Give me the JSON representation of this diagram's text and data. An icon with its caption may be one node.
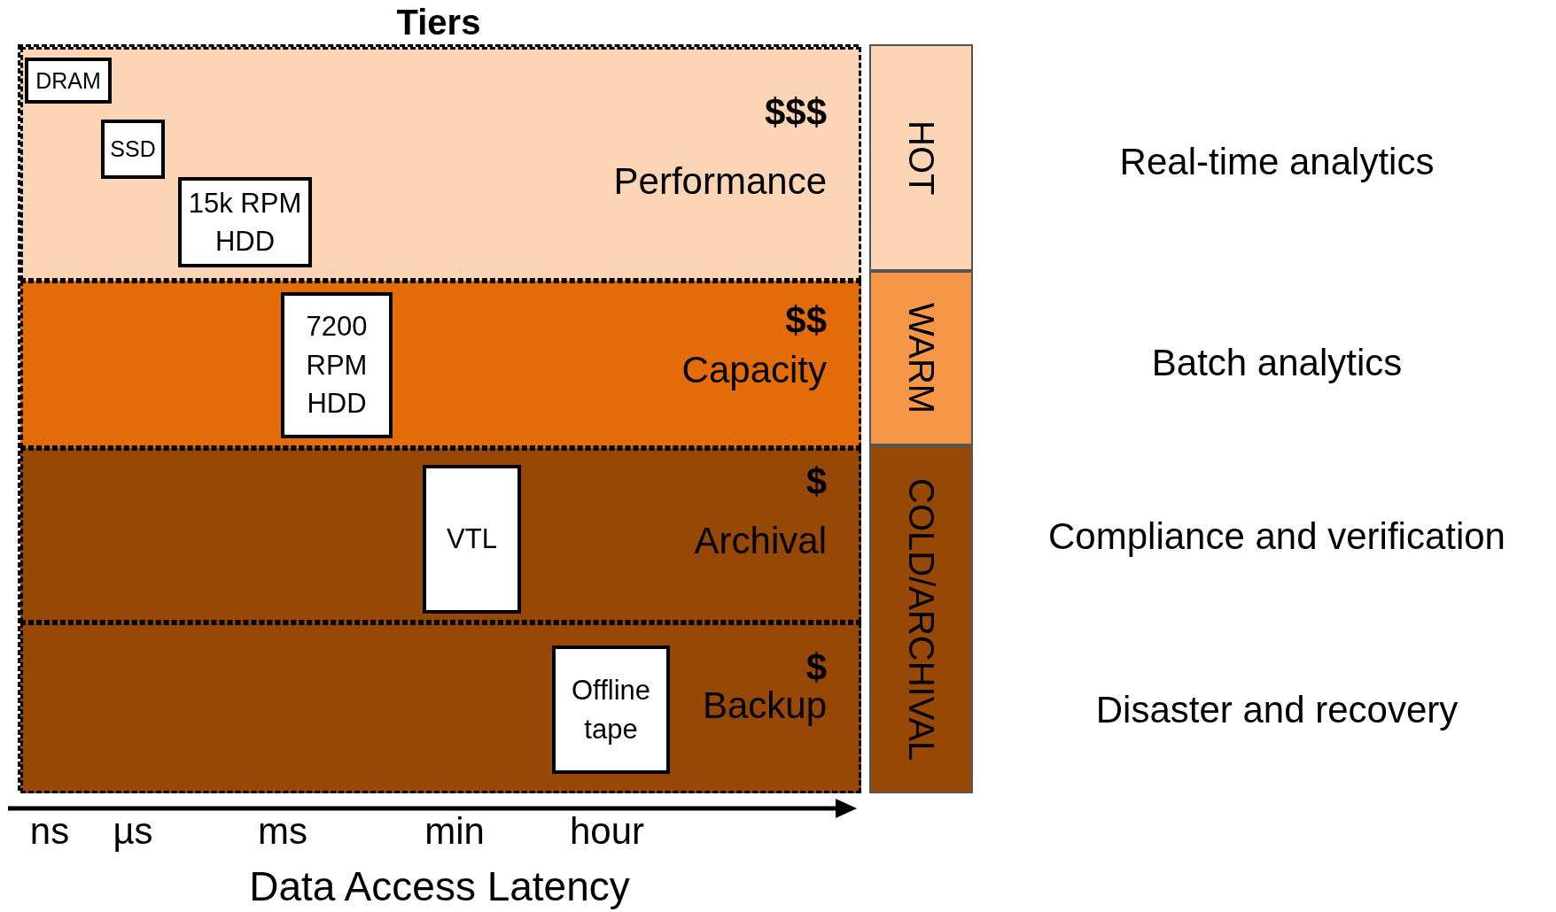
{
  "diagram": {
    "nodes": [
      {
        "text": [
          "Tiers"
        ]
      },
      {
        "text": [
          "$$$",
          "Performance"
        ],
        "in": 0
      },
      {
        "text": [
          "DRAM"
        ],
        "in": 1
      },
      {
        "text": [
          "SSD"
        ],
        "in": 1
      },
      {
        "text": [
          "15k RPM HDD"
        ],
        "in": 1
      },
      {
        "text": [
          "$$",
          "Capacity"
        ],
        "in": 0
      },
      {
        "text": [
          "7200 RPM HDD"
        ],
        "in": 5
      },
      {
        "text": [
          "$",
          "Archival"
        ],
        "in": 0
      },
      {
        "text": [
          "VTL"
        ],
        "in": 7
      },
      {
        "text": [
          "$",
          "Backup"
        ],
        "in": 0
      },
      {
        "text": [
          "Offline tape"
        ],
        "in": 9
      },
      {
        "text": [
          "HOT"
        ]
      },
      {
        "text": [
          "WARM"
        ]
      },
      {
        "text": [
          "COLD/ARCHIVAL"
        ]
      }
    ],
    "labels": [
      "Real-time analytics",
      "Batch analytics",
      "Compliance and verification",
      "Disaster and recovery",
      "ns",
      "µs",
      "ms",
      "min",
      "hour",
      "Data Access Latency"
    ]
  }
}
